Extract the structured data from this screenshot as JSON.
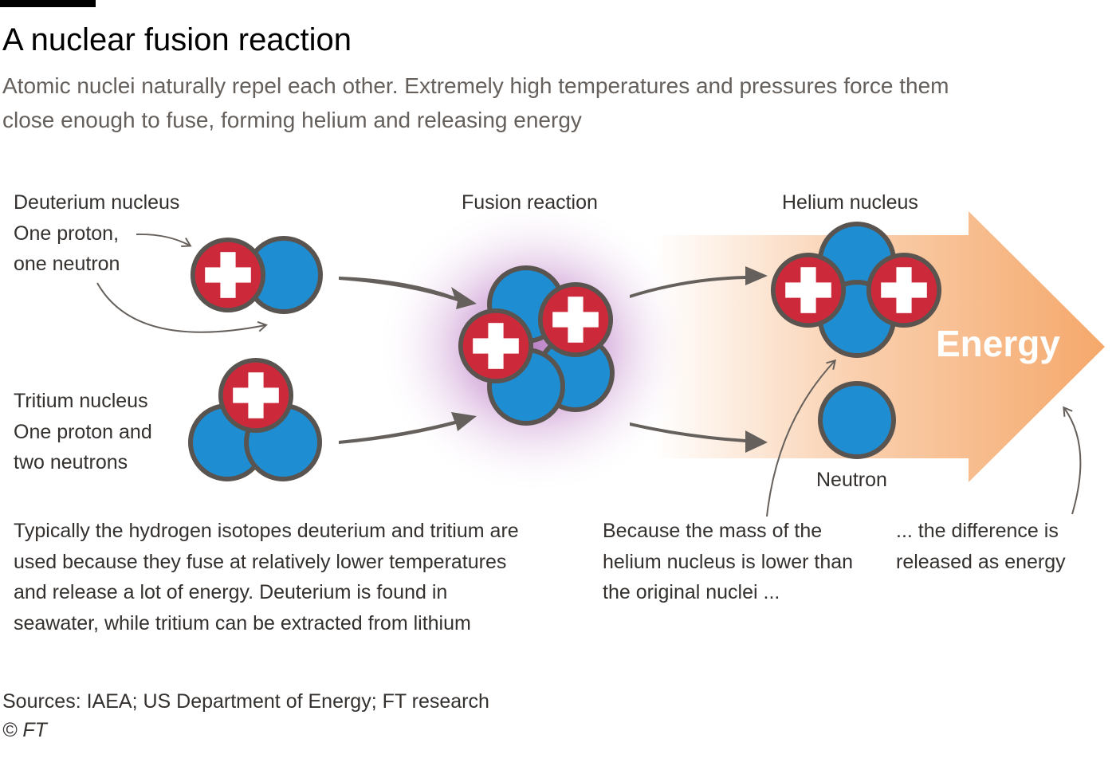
{
  "title": "A nuclear fusion reaction",
  "subtitle": "Atomic nuclei naturally repel each other. Extremely high temperatures and pressures force them close enough to fuse, forming helium and releasing energy",
  "labels": {
    "deuterium_title": "Deuterium nucleus",
    "deuterium_line1": "One proton,",
    "deuterium_line2": "one neutron",
    "tritium_title": "Tritium nucleus",
    "tritium_line1": "One proton and",
    "tritium_line2": "two neutrons",
    "fusion": "Fusion reaction",
    "helium": "Helium nucleus",
    "neutron": "Neutron",
    "energy": "Energy"
  },
  "notes": {
    "isotopes": "Typically the hydrogen isotopes deuterium and tritium are used because they fuse at relatively lower temperatures and release a lot of energy. Deuterium is found in seawater, while tritium can be extracted from lithium",
    "mass": "Because the mass of the helium nucleus is lower than the original nuclei ...",
    "difference": "... the difference is released as energy"
  },
  "source": "Sources: IAEA; US Department of Energy; FT research",
  "copyright": "© FT",
  "colors": {
    "proton": "#cc2a3b",
    "neutron": "#1f8dd1",
    "outline": "#5a5450",
    "arrow": "#66605c",
    "energy_arrow": "#f5a86b",
    "glow": "#c084c8"
  },
  "icons": {
    "proton": "plus-icon",
    "neutron": "circle"
  }
}
